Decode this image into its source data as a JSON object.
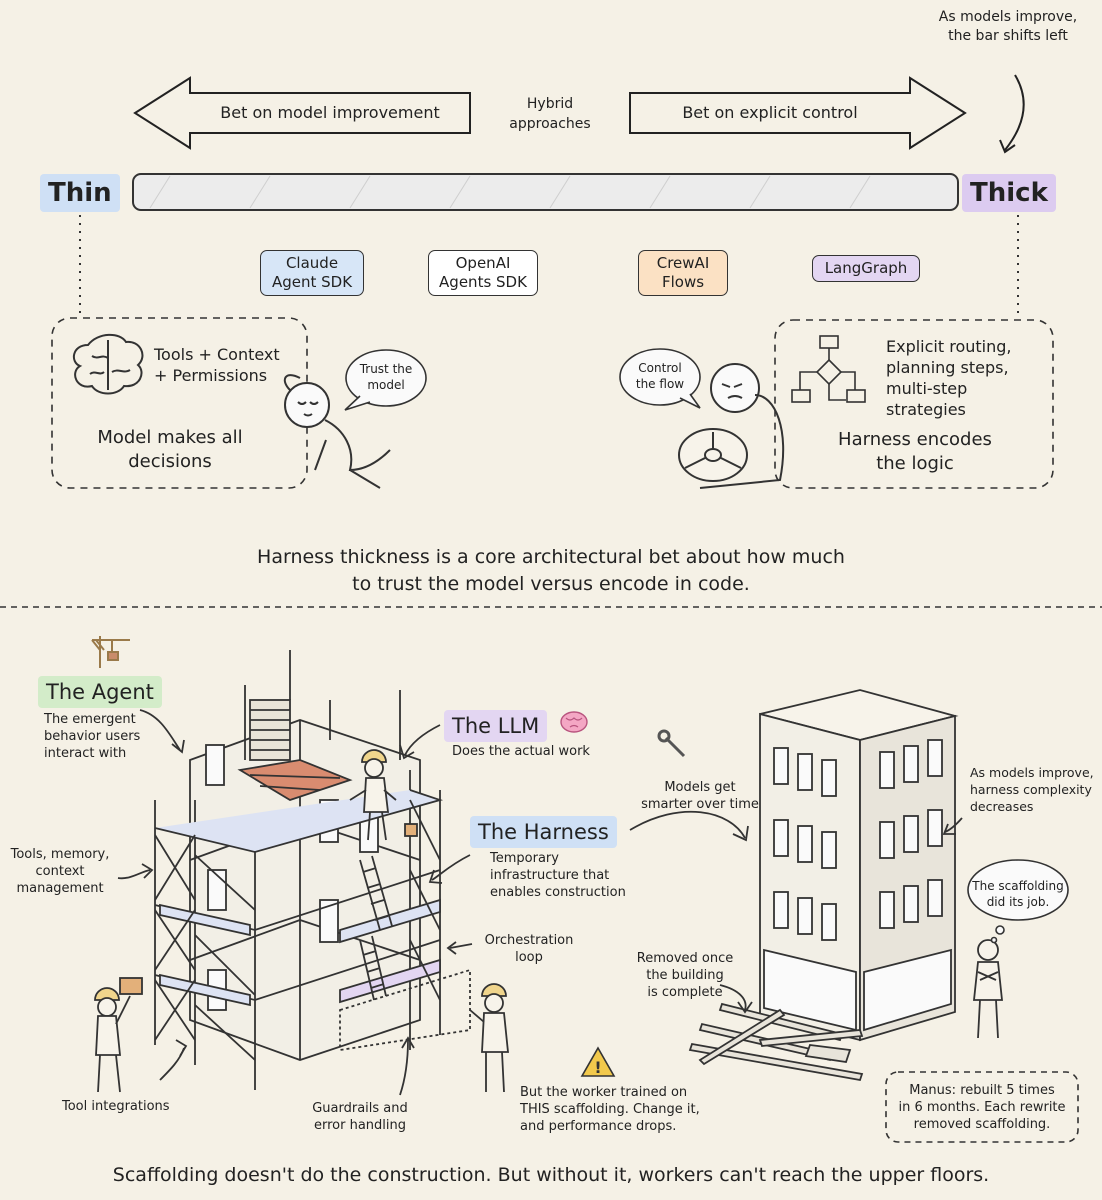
{
  "top": {
    "note_top_right": "As models improve,\nthe bar shifts left",
    "arrow_left_label": "Bet on model improvement",
    "center_label": "Hybrid\napproaches",
    "arrow_right_label": "Bet on explicit control",
    "thin_label": "Thin",
    "thick_label": "Thick",
    "sdks": [
      {
        "label": "Claude\nAgent SDK",
        "color": "#d7e6f7"
      },
      {
        "label": "OpenAI\nAgents SDK",
        "color": "#ffffff"
      },
      {
        "label": "CrewAI\nFlows",
        "color": "#fbe1c4"
      },
      {
        "label": "LangGraph",
        "color": "#e3d6f2"
      }
    ],
    "thin_box": {
      "line1": "Tools + Context\n+ Permissions",
      "line2": "Model makes all\ndecisions",
      "bubble": "Trust the\nmodel"
    },
    "thick_box": {
      "line1": "Explicit routing,\nplanning steps,\nmulti-step\nstrategies",
      "line2": "Harness encodes\nthe logic",
      "bubble": "Control\nthe flow"
    },
    "caption": "Harness thickness is a core architectural bet about how much\nto trust the model versus encode in code."
  },
  "bottom": {
    "agent_title": "The Agent",
    "agent_desc": "The emergent\nbehavior users\ninteract with",
    "llm_title": "The LLM",
    "llm_desc": "Does the actual work",
    "harness_title": "The Harness",
    "harness_desc": "Temporary\ninfrastructure that\nenables construction",
    "tools_memory": "Tools, memory,\ncontext\nmanagement",
    "orchestration": "Orchestration\nloop",
    "tool_integrations": "Tool integrations",
    "guardrails": "Guardrails and\nerror handling",
    "models_smarter": "Models get\nsmarter over time",
    "complexity": "As models improve,\nharness complexity\ndecreases",
    "scaffold_job": "The scaffolding\ndid its job.",
    "removed": "Removed once\nthe building\nis complete",
    "warning": "But the worker trained on\nTHIS scaffolding. Change it,\nand performance drops.",
    "manus": "Manus: rebuilt 5 times\nin 6 months. Each rewrite\nremoved scaffolding.",
    "caption": "Scaffolding doesn't do the construction. But without it, workers can't reach the upper floors."
  },
  "colors": {
    "background": "#f5f1e6",
    "thin_highlight": "#cfe0f5",
    "thick_highlight": "#dccbf0",
    "agent_highlight": "#d3ecc9",
    "llm_highlight": "#e3d6f2",
    "harness_highlight": "#cfe0f5"
  },
  "icons": [
    "brain-icon",
    "flowchart-icon",
    "crane-icon",
    "wrench-icon",
    "warning-icon",
    "brain-emoji-icon"
  ]
}
